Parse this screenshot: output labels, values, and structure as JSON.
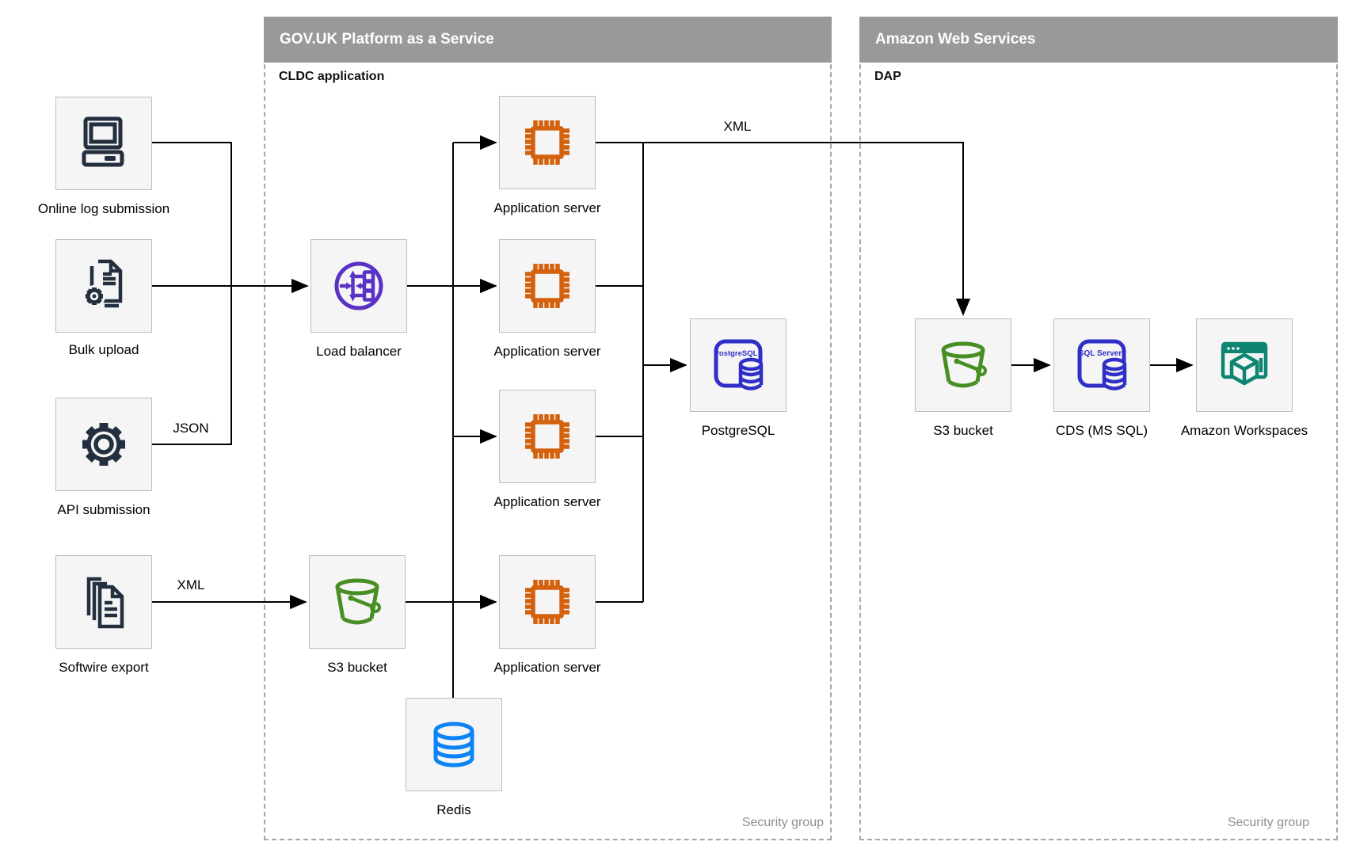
{
  "diagram": {
    "paas": {
      "title": "GOV.UK Platform as a Service",
      "sublabel": "CLDC application",
      "footer": "Security group"
    },
    "aws": {
      "title": "Amazon Web Services",
      "sublabel": "DAP",
      "footer": "Security group"
    },
    "edge_labels": {
      "api_format": "JSON",
      "softwire_format": "XML",
      "app_to_dap_format": "XML"
    },
    "nodes": [
      {
        "id": "online-log-submission",
        "label": "Online log submission",
        "icon": "computer-icon"
      },
      {
        "id": "bulk-upload",
        "label": "Bulk upload",
        "icon": "document-gear-icon"
      },
      {
        "id": "api-submission",
        "label": "API submission",
        "icon": "gear-icon"
      },
      {
        "id": "softwire-export",
        "label": "Softwire export",
        "icon": "documents-stack-icon"
      },
      {
        "id": "load-balancer",
        "label": "Load balancer",
        "icon": "load-balancer-icon"
      },
      {
        "id": "app-server-1",
        "label": "Application server",
        "icon": "chip-icon"
      },
      {
        "id": "app-server-2",
        "label": "Application server",
        "icon": "chip-icon"
      },
      {
        "id": "app-server-3",
        "label": "Application server",
        "icon": "chip-icon"
      },
      {
        "id": "app-server-4",
        "label": "Application server",
        "icon": "chip-icon"
      },
      {
        "id": "s3-bucket-paas",
        "label": "S3 bucket",
        "icon": "bucket-icon"
      },
      {
        "id": "postgresql",
        "label": "PostgreSQL",
        "icon": "postgresql-icon"
      },
      {
        "id": "redis",
        "label": "Redis",
        "icon": "database-icon"
      },
      {
        "id": "s3-bucket-aws",
        "label": "S3 bucket",
        "icon": "bucket-icon"
      },
      {
        "id": "cds-mssql",
        "label": "CDS (MS SQL)",
        "icon": "sql-server-icon"
      },
      {
        "id": "amazon-workspaces",
        "label": "Amazon Workspaces",
        "icon": "workspaces-icon"
      }
    ],
    "icon_text": {
      "postgresql": "PostgreSQL",
      "sqlserver": "SQL Server"
    },
    "colors": {
      "header_gray": "#999999",
      "box_fill": "#f5f5f5",
      "box_border": "#bdbdbd",
      "navy": "#232f3e",
      "orange": "#d4610d",
      "purple": "#5b33c4",
      "indigo": "#2f2fc7",
      "green": "#478f23",
      "teal": "#0e8570",
      "redis_blue": "#0d84f5",
      "line_black": "#000000",
      "footer_gray": "#8e8e93"
    }
  }
}
